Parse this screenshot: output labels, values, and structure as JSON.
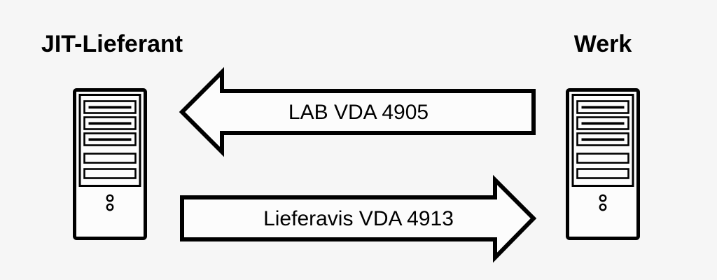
{
  "diagram": {
    "left_node": {
      "title": "JIT-Lieferant",
      "icon": "server-tower"
    },
    "right_node": {
      "title": "Werk",
      "icon": "server-tower"
    },
    "arrows": {
      "top": {
        "label": "LAB VDA 4905",
        "direction": "right-to-left"
      },
      "bottom": {
        "label": "Lieferavis VDA 4913",
        "direction": "left-to-right"
      }
    },
    "colors": {
      "background": "#f6f6f6",
      "outline": "#000000",
      "shape_fill": "#fcfcfc"
    }
  }
}
